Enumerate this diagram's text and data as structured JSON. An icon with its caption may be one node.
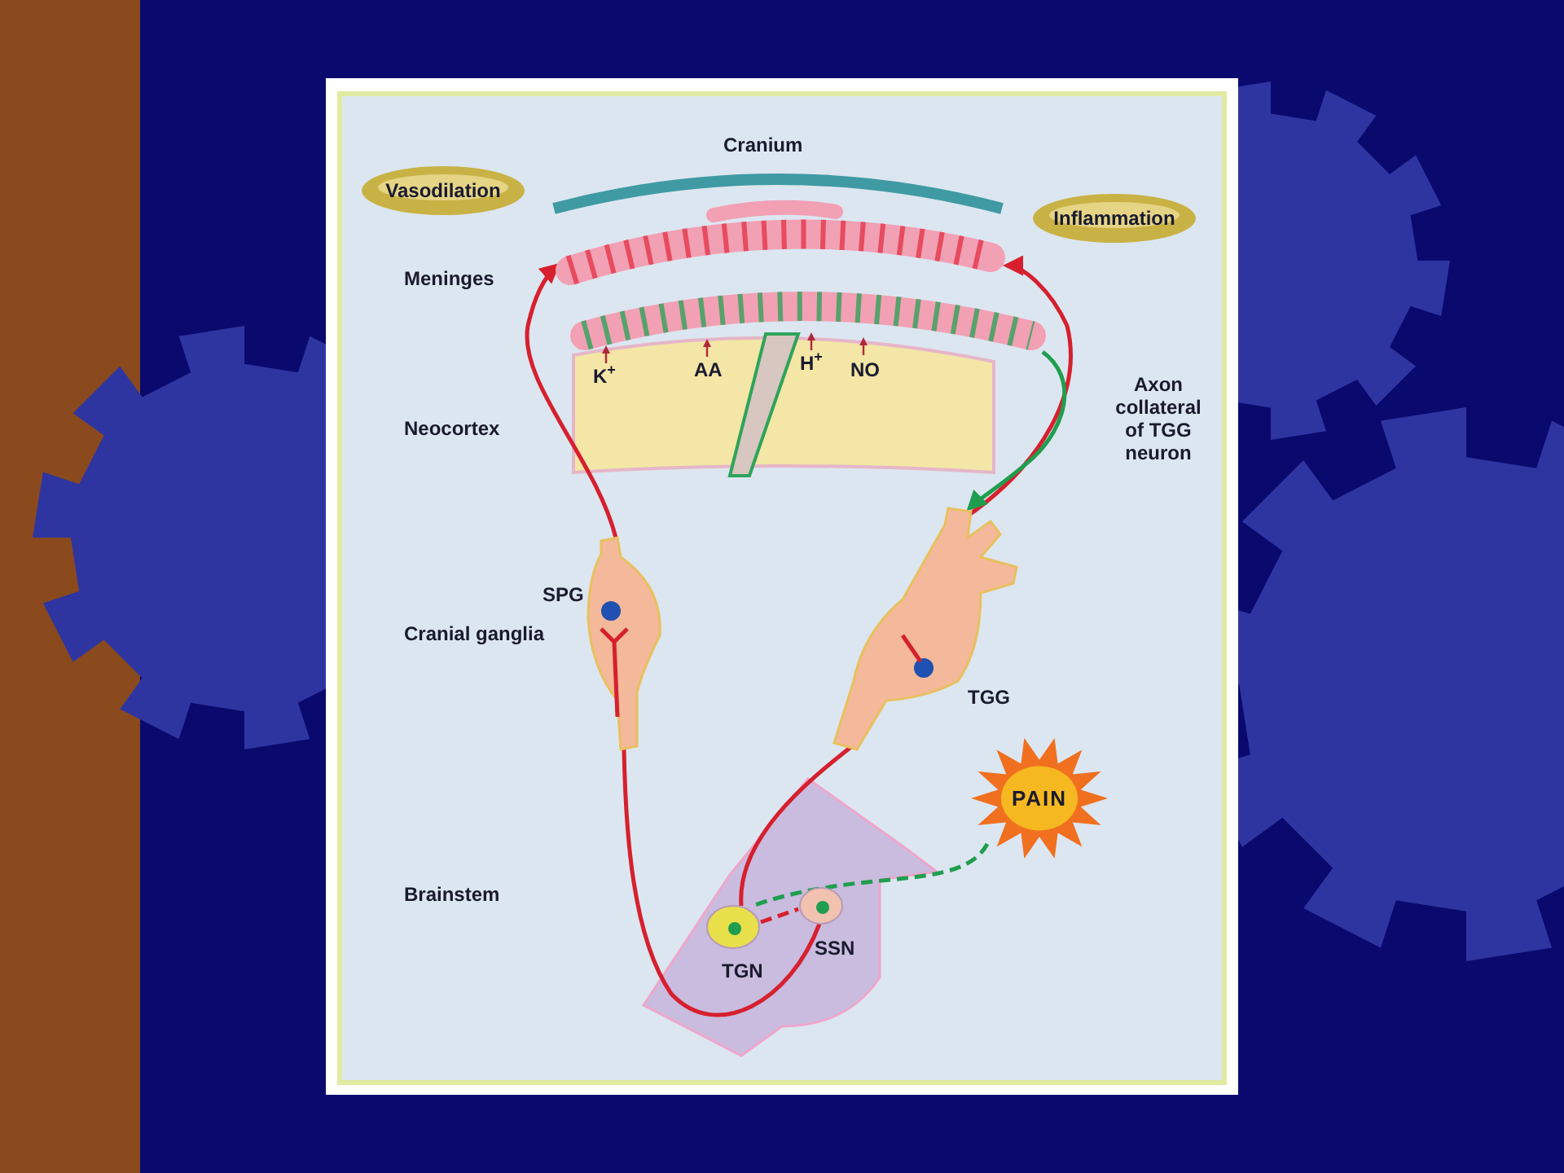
{
  "diagram": {
    "nodes": [
      {
        "text": [
          "Vasodilation"
        ]
      },
      {
        "text": [
          "Inflammation"
        ]
      },
      {
        "text": [
          "PAIN"
        ]
      },
      {
        "text": [],
        "shape": "circle",
        "beside": [
          "TGN"
        ]
      },
      {
        "text": [],
        "shape": "circle",
        "beside": [
          "SSN"
        ]
      },
      {
        "text": [],
        "shape": "picture",
        "beside": [
          "SPG"
        ]
      },
      {
        "text": [],
        "shape": "picture",
        "beside": [
          "TGG"
        ]
      },
      {
        "text": [],
        "shape": "picture"
      },
      {
        "text": [],
        "shape": "picture"
      }
    ],
    "edges": [
      {
        "from": 4,
        "to": 5,
        "arrow": "none"
      },
      {
        "from": 5,
        "to": 7,
        "arrow": "to"
      },
      {
        "from": 3,
        "to": 6,
        "arrow": "none"
      },
      {
        "from": 6,
        "to": 7,
        "arrow": "to"
      },
      {
        "from": 8,
        "to": 6,
        "arrow": "to",
        "color": "#1f9e4f"
      },
      {
        "from": 3,
        "to": 4,
        "arrow": "none",
        "style": "dashed"
      },
      {
        "from": 2,
        "to": 3,
        "arrow": "none",
        "style": "dashed",
        "color": "#1f9e4f"
      }
    ],
    "labels": [
      "Cranium",
      "Meninges",
      "K$^{+}$",
      "AA",
      "H$^{+}$",
      "NO",
      "Neocortex",
      "Axon collateral of TGG neuron",
      "Cranial ganglia",
      "Brainstem"
    ]
  }
}
